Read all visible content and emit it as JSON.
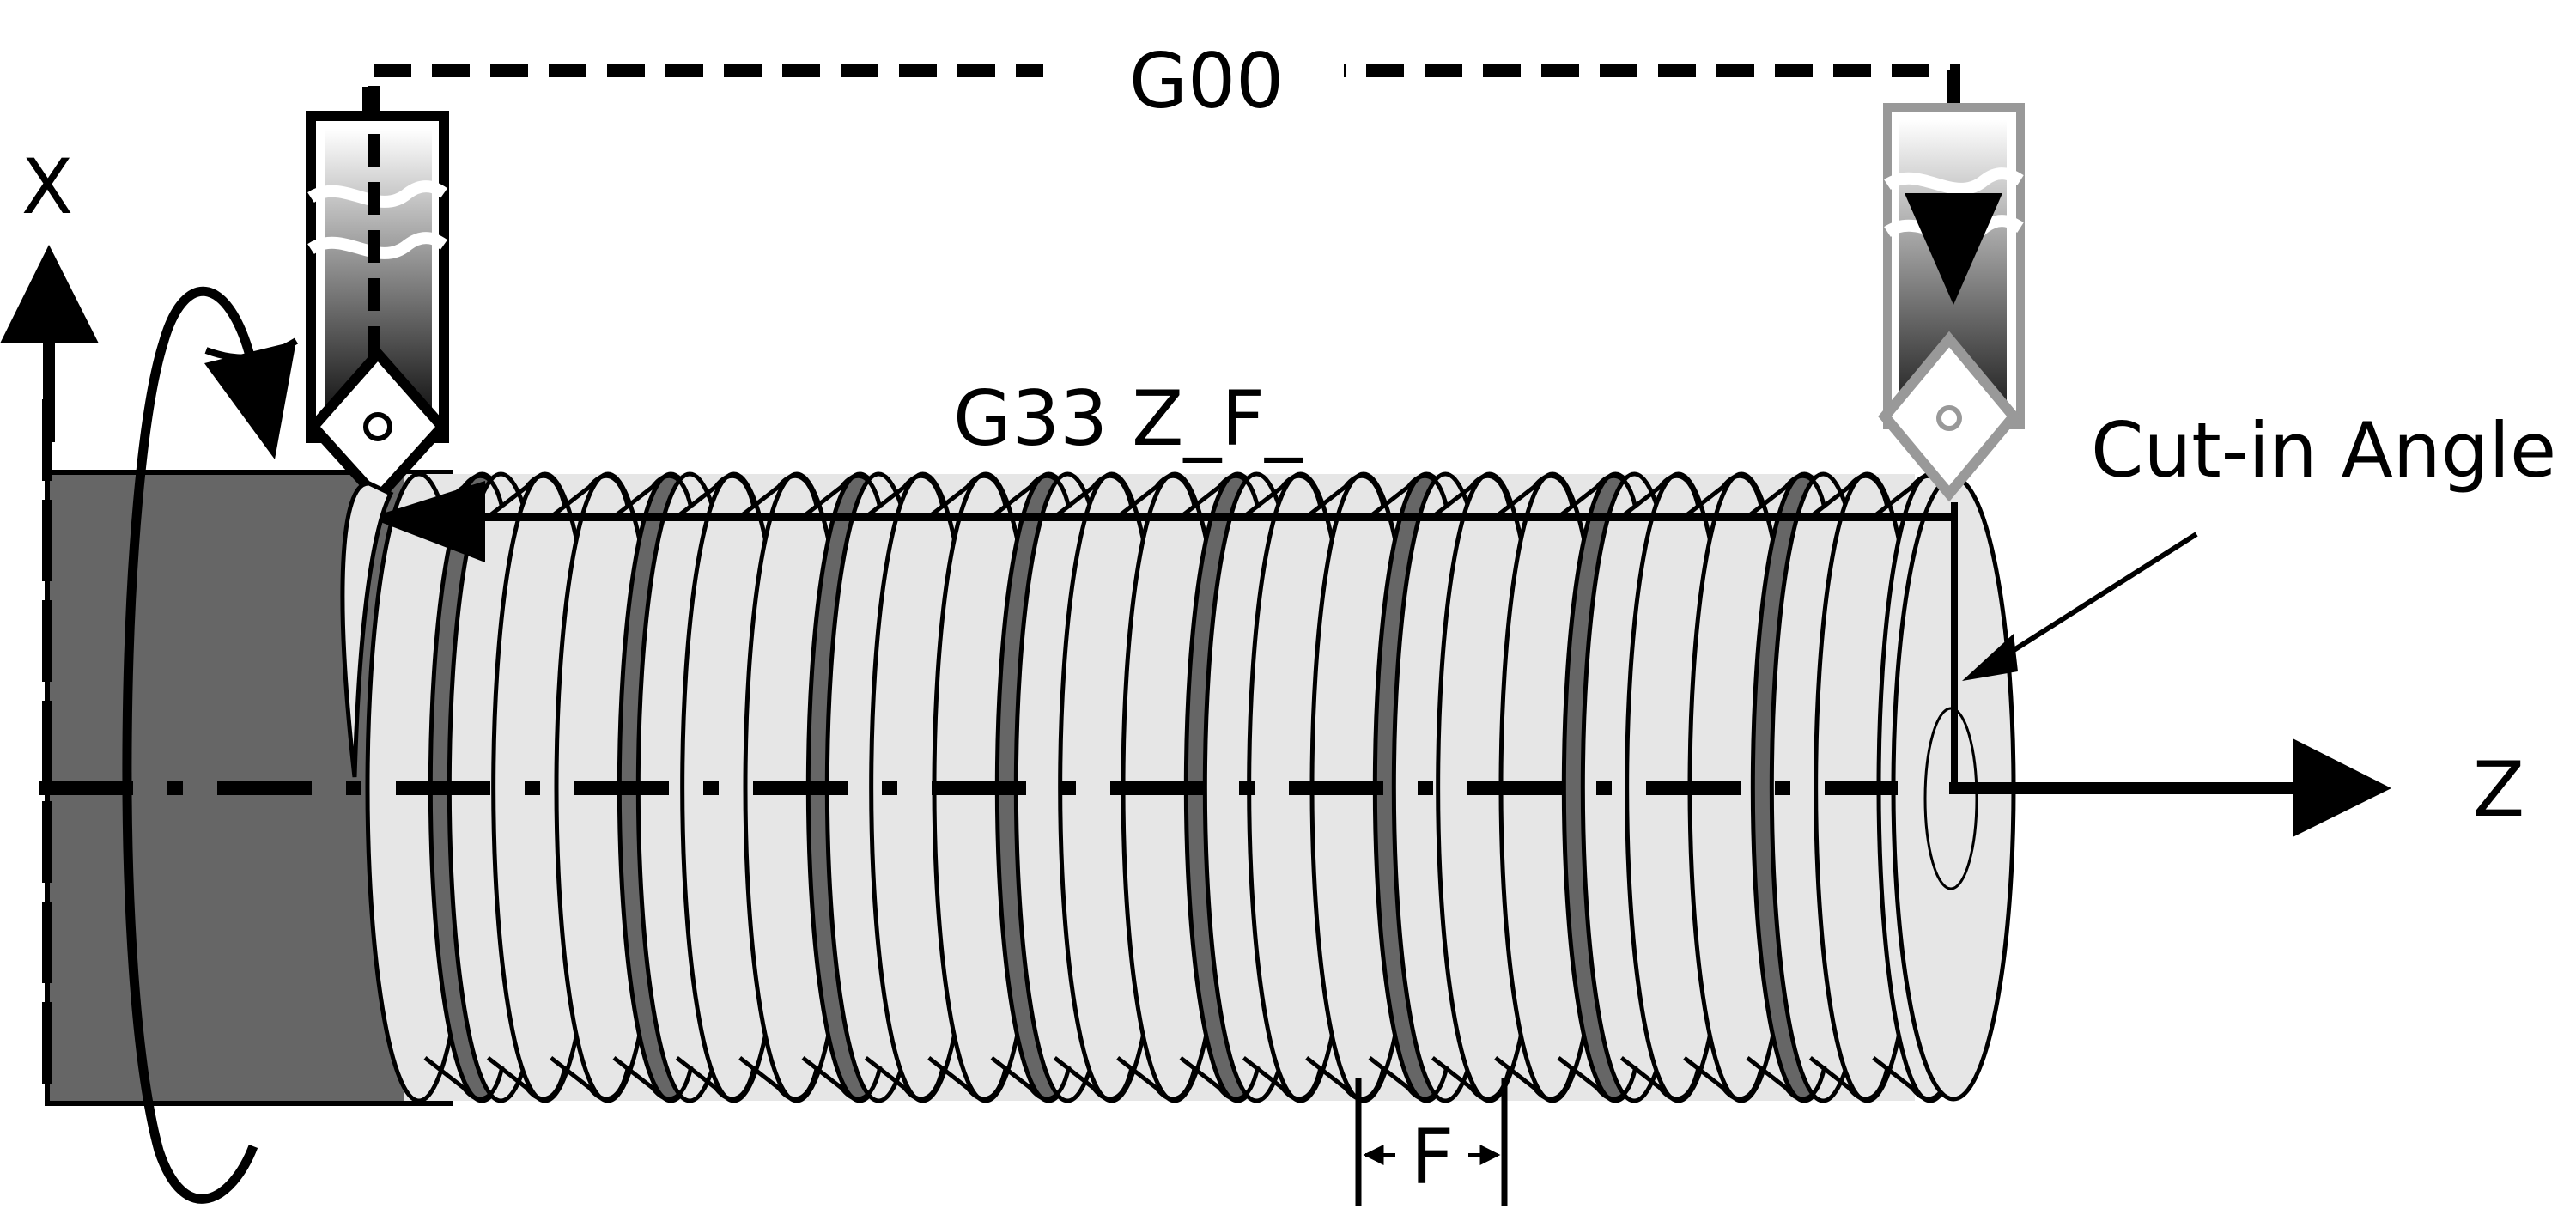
{
  "labels": {
    "x_axis": "X",
    "z_axis": "Z",
    "rapid": "G00",
    "thread_cmd": "G33 Z_F_",
    "cut_in_angle": "Cut-in Angle",
    "pitch": "F"
  },
  "colors": {
    "dark": "#666666",
    "light": "#e6e6e6",
    "line": "#000000",
    "ghost_tool": "#999999"
  },
  "thread": {
    "turns_light": 12,
    "turns_dark": 8
  }
}
